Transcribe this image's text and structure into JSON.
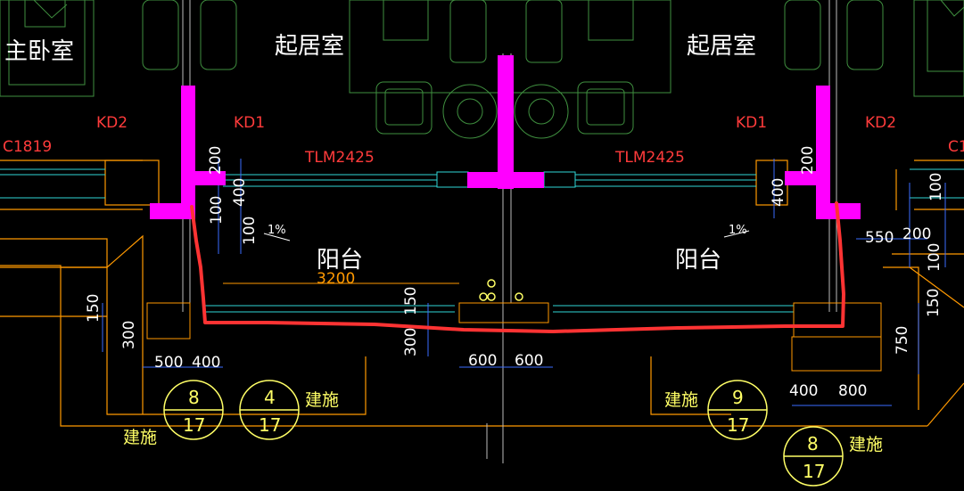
{
  "rooms": {
    "master_bedroom": "主卧室",
    "living_left": "起居室",
    "living_right": "起居室",
    "balcony_left": "阳台",
    "balcony_right": "阳台"
  },
  "tags": {
    "kd2_left": "KD2",
    "kd1_left": "KD1",
    "kd1_right": "KD1",
    "kd2_right": "KD2",
    "window_left": "C1819",
    "window_right": "C1",
    "door_left": "TLM2425",
    "door_right": "TLM2425",
    "span_3200": "3200"
  },
  "dimensions": {
    "d200_left": "200",
    "d400_left": "400",
    "d100_left_a": "100",
    "d100_left_b": "100",
    "d150_a": "150",
    "d300_a": "300",
    "d150_b": "150",
    "d300_b": "300",
    "d500": "500",
    "d400_bottom": "400",
    "d600_a": "600",
    "d600_b": "600",
    "d200_right": "200",
    "d400_right": "400",
    "d100_right_a": "100",
    "d550": "550",
    "d200_far": "200",
    "d100_right_b": "100",
    "d150_right": "150",
    "d750": "750",
    "d400_br": "400",
    "d800": "800"
  },
  "slopes": {
    "left": "1%",
    "right": "1%"
  },
  "detail_refs": [
    {
      "num": "8",
      "sheet": "17",
      "label": "建施"
    },
    {
      "num": "4",
      "sheet": "17",
      "label": "建施"
    },
    {
      "num": "9",
      "sheet": "17",
      "label": "建施"
    },
    {
      "num": "8",
      "sheet": "17",
      "label": "建施"
    }
  ],
  "colors": {
    "background": "#000000",
    "highlight_wall": "#ff00ff",
    "markup_line": "#ff3333",
    "outline": "#ff9900",
    "furniture": "#3f8f3f",
    "glazing": "#2fd6d6",
    "dimension": "#3a6cff",
    "detail_symbol": "#ffff66"
  }
}
